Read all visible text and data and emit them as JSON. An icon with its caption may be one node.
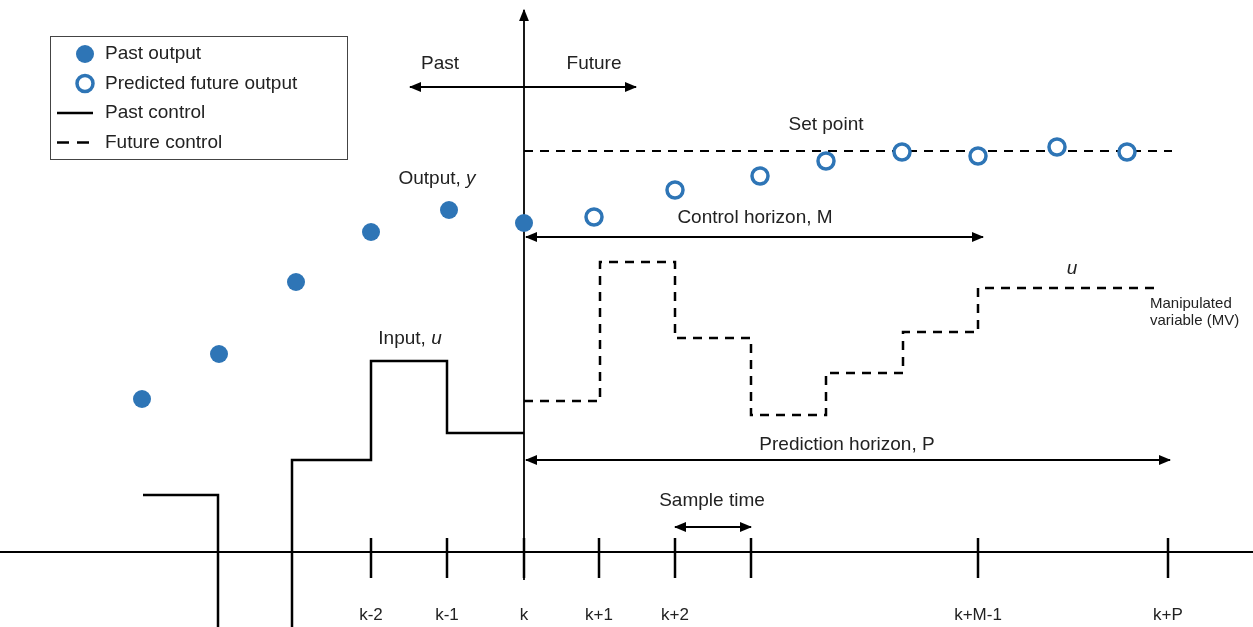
{
  "diagram": {
    "labels": [
      "Past",
      "Future",
      "Set point",
      "Output, *y*",
      "Control horizon, M",
      "*u*",
      "Manipulated variable (MV)",
      "Input, *u*",
      "Prediction horizon, P",
      "Sample time",
      "k-2",
      "k-1",
      "k",
      "k+1",
      "k+2",
      "k+M-1",
      "k+P"
    ],
    "legend": [
      {
        "text": "Past output"
      },
      {
        "text": "Predicted future output"
      },
      {
        "text": "Past control"
      },
      {
        "text": "Future control"
      }
    ]
  }
}
